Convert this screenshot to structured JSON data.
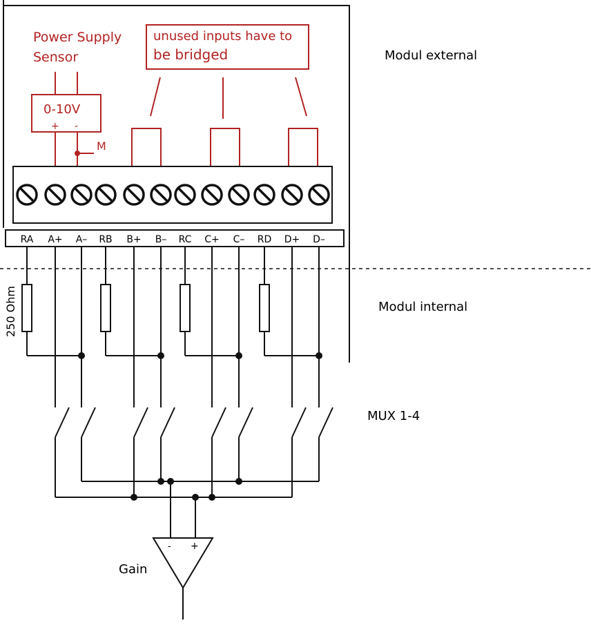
{
  "labels": {
    "power_supply_line1": "Power Supply",
    "power_supply_line2": "Sensor",
    "voltage": "0-10V",
    "plus": "+",
    "minus": "-",
    "m": "M",
    "unused_line1": "unused inputs have to",
    "unused_line2": "be bridged",
    "modul_external": "Modul external",
    "modul_internal": "Modul internal",
    "resistor": "250 Ohm",
    "mux": "MUX 1-4",
    "gain": "Gain",
    "amp_minus": "-",
    "amp_plus": "+"
  },
  "terminals": [
    "RA",
    "A+",
    "A–",
    "RB",
    "B+",
    "B–",
    "RC",
    "C+",
    "C–",
    "RD",
    "D+",
    "D–"
  ],
  "colors": {
    "annotation": "#b22222",
    "wire": "#111111"
  }
}
